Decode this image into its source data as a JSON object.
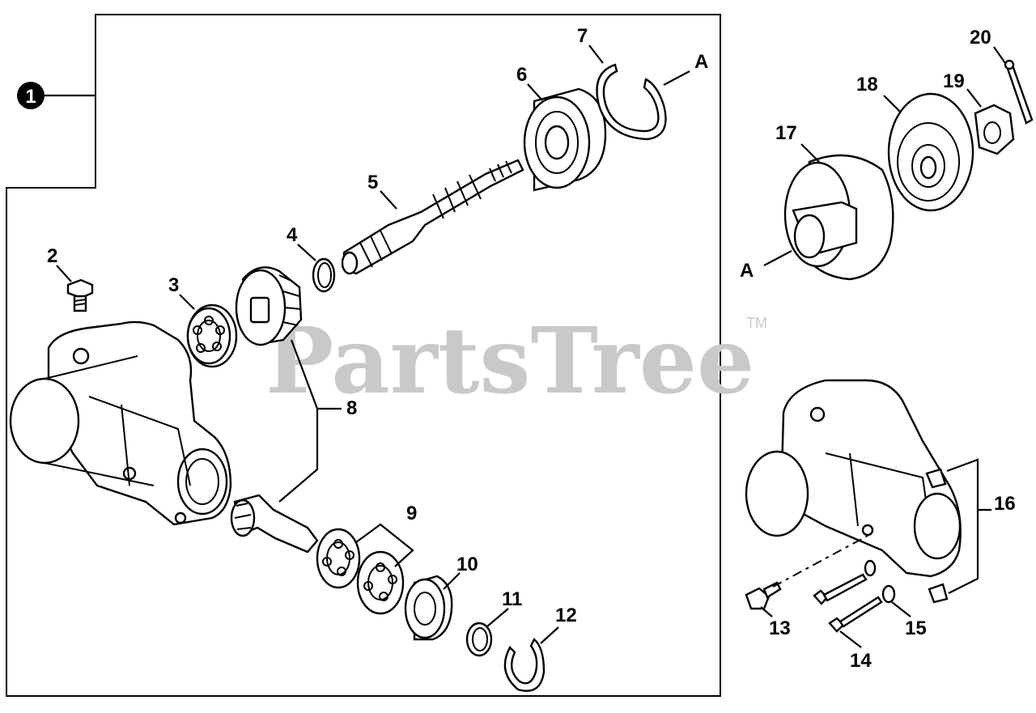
{
  "diagram": {
    "group_number": "1",
    "watermark": "PartsTree",
    "watermark_mark": "TM",
    "callouts": [
      "2",
      "3",
      "4",
      "5",
      "6",
      "7",
      "8",
      "9",
      "10",
      "11",
      "12",
      "13",
      "14",
      "15",
      "16",
      "17",
      "18",
      "19",
      "20"
    ],
    "connector_label": "A"
  },
  "colors": {
    "ink": "#000000",
    "watermark": "#c9c9c9",
    "background": "#ffffff"
  }
}
